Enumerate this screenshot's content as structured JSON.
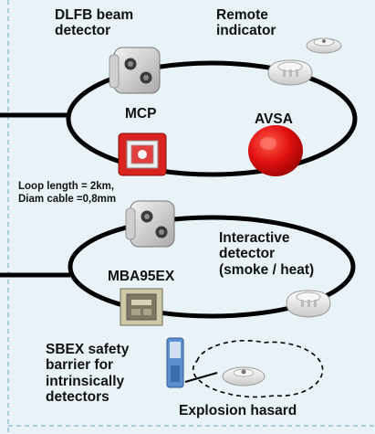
{
  "labels": {
    "dlfb": "DLFB beam\ndetector",
    "remote": "Remote\nindicator",
    "mcp": "MCP",
    "avsa": "AVSA",
    "loop_length": "Loop length = 2km,\nDiam cable =0,8mm",
    "interactive": "Interactive\ndetector\n(smoke / heat)",
    "mba": "MBA95EX",
    "sbex": "SBEX safety\nbarrier for\nintrinsically\ndetectors",
    "explosion": "Explosion hasard"
  },
  "colors": {
    "background": "#e9f3f7",
    "loop_line": "#000000",
    "border_dash": "#8fc3d2",
    "mcp_red": "#d8231e",
    "avsa_red": "#e01010"
  },
  "icons": {
    "beam_detector_upper": "beam-detector-icon",
    "beam_detector_lower": "beam-detector-icon",
    "remote_indicator_small": "remote-indicator-icon",
    "remote_detector": "smoke-detector-icon",
    "interactive_detector": "smoke-detector-icon",
    "mcp": "manual-call-point-icon",
    "avsa": "sounder-icon",
    "mba95ex": "interface-module-icon",
    "sbex": "safety-barrier-icon",
    "ex_detector": "ex-detector-icon"
  }
}
